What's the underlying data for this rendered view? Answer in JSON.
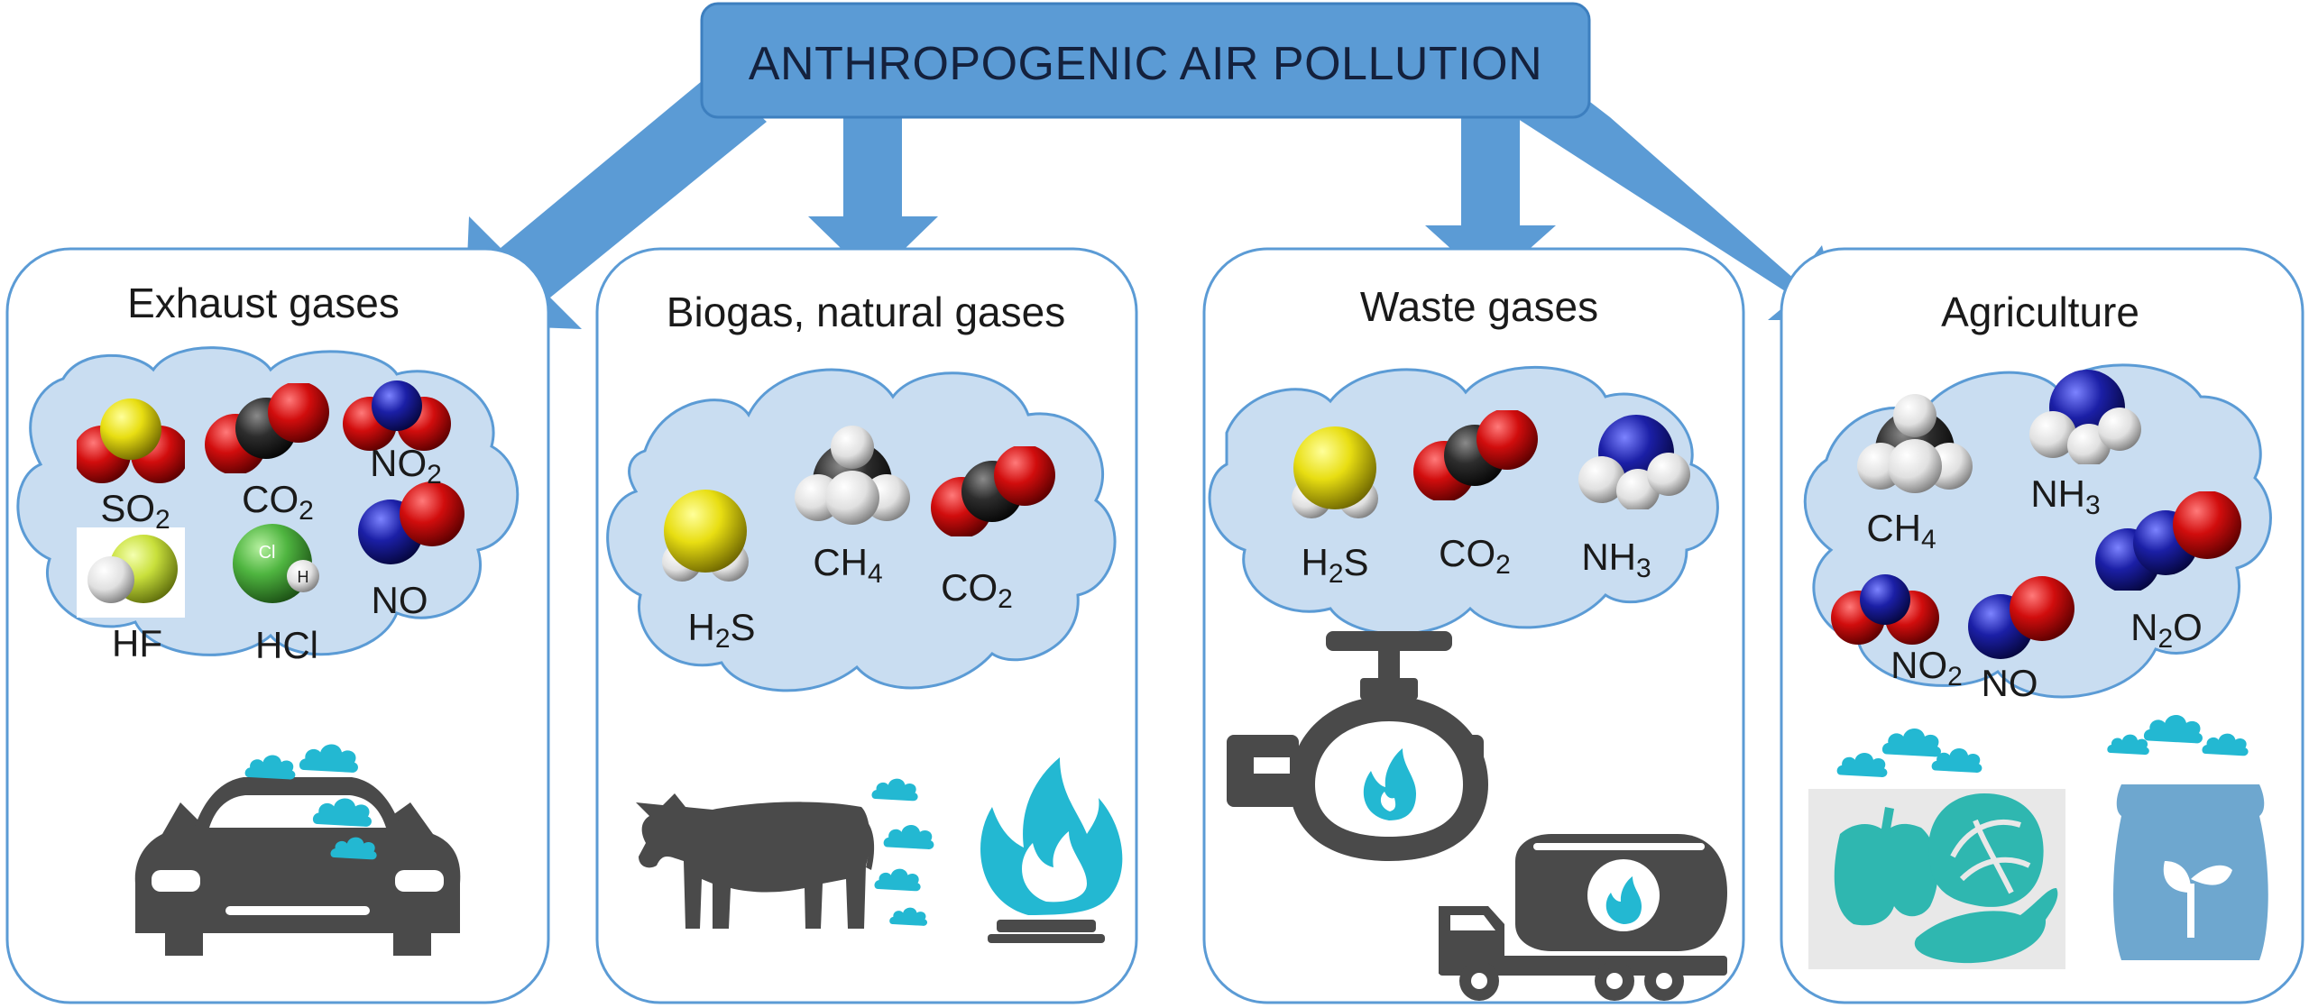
{
  "root": {
    "title": "ANTHROPOGENIC AIR POLLUTION"
  },
  "colors": {
    "arrow": "#5b9bd5",
    "root_fill": "#5b9bd5",
    "panel_stroke": "#5b9bd5",
    "cloud_fill": "#c9ddf1",
    "cloud_stroke": "#5b9bd5",
    "icon_dark": "#4a4a4a",
    "icon_cyan": "#23b8d2",
    "sack": "#6ea7cf",
    "veg": "#2fb7b0"
  },
  "panels": [
    {
      "title": "Exhaust gases",
      "molecules": [
        {
          "label": "SO",
          "sub": "2",
          "icon": "so2-molecule"
        },
        {
          "label": "CO",
          "sub": "2",
          "icon": "co2-molecule"
        },
        {
          "label": "NO",
          "sub": "2",
          "icon": "no2-molecule"
        },
        {
          "label": "HF",
          "sub": "",
          "icon": "hf-molecule"
        },
        {
          "label": "HCl",
          "sub": "",
          "icon": "hcl-molecule",
          "atom_labels": [
            "Cl",
            "H"
          ]
        },
        {
          "label": "NO",
          "sub": "",
          "icon": "no-molecule"
        }
      ],
      "icons": [
        "car-icon",
        "exhaust-puff-icon"
      ]
    },
    {
      "title": "Biogas, natural gases",
      "molecules": [
        {
          "label": "H",
          "sub": "2",
          "tail": "S",
          "icon": "h2s-molecule"
        },
        {
          "label": "CH",
          "sub": "4",
          "icon": "ch4-molecule"
        },
        {
          "label": "CO",
          "sub": "2",
          "icon": "co2-molecule"
        }
      ],
      "icons": [
        "cow-icon",
        "methane-puff-icon",
        "gas-flame-icon"
      ]
    },
    {
      "title": "Waste gases",
      "molecules": [
        {
          "label": "H",
          "sub": "2",
          "tail": "S",
          "icon": "h2s-molecule"
        },
        {
          "label": "CO",
          "sub": "2",
          "icon": "co2-molecule"
        },
        {
          "label": "NH",
          "sub": "3",
          "icon": "nh3-molecule"
        }
      ],
      "icons": [
        "gas-valve-icon",
        "tanker-truck-icon"
      ]
    },
    {
      "title": "Agriculture",
      "molecules": [
        {
          "label": "CH",
          "sub": "4",
          "icon": "ch4-molecule"
        },
        {
          "label": "NH",
          "sub": "3",
          "icon": "nh3-molecule"
        },
        {
          "label": "N",
          "sub": "2",
          "tail": "O",
          "icon": "n2o-molecule"
        },
        {
          "label": "NO",
          "sub": "2",
          "icon": "no2-molecule"
        },
        {
          "label": "NO",
          "sub": "",
          "icon": "no-molecule"
        }
      ],
      "icons": [
        "vegetables-icon",
        "fertilizer-sack-icon",
        "emission-puff-icon"
      ]
    }
  ]
}
